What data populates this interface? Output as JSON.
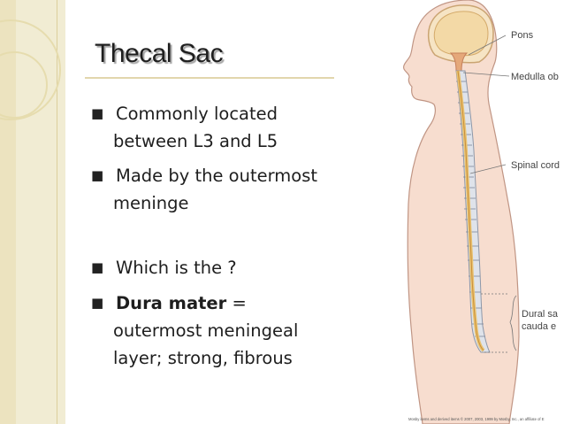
{
  "slide": {
    "title": "Thecal Sac",
    "bullets": [
      {
        "first": "Commonly located",
        "rest": "between L3 and L5"
      },
      {
        "first": "Made by the outermost",
        "rest": "meninge"
      },
      {
        "first": "Which is the ?"
      },
      {
        "bold": "Dura mater",
        "first_after": " =",
        "rest": "outermost meningeal",
        "rest2": "layer; strong, fibrous"
      }
    ],
    "bullet_icon": "filled-square-bullet"
  },
  "figure": {
    "labels": {
      "pons": "Pons",
      "medulla": "Medulla ob",
      "spinal_cord": "Spinal cord",
      "dural_line1": "Dural sa",
      "dural_line2": "cauda e"
    },
    "credit": "Mosby items and derived items © 2007, 2003, 1999 by Mosby, Inc., an affiliate of E"
  },
  "colors": {
    "skin": "#f7ddcf",
    "brain": "#f3d9a6",
    "cord": "#e9c270",
    "strip": "#f1ecd3"
  }
}
